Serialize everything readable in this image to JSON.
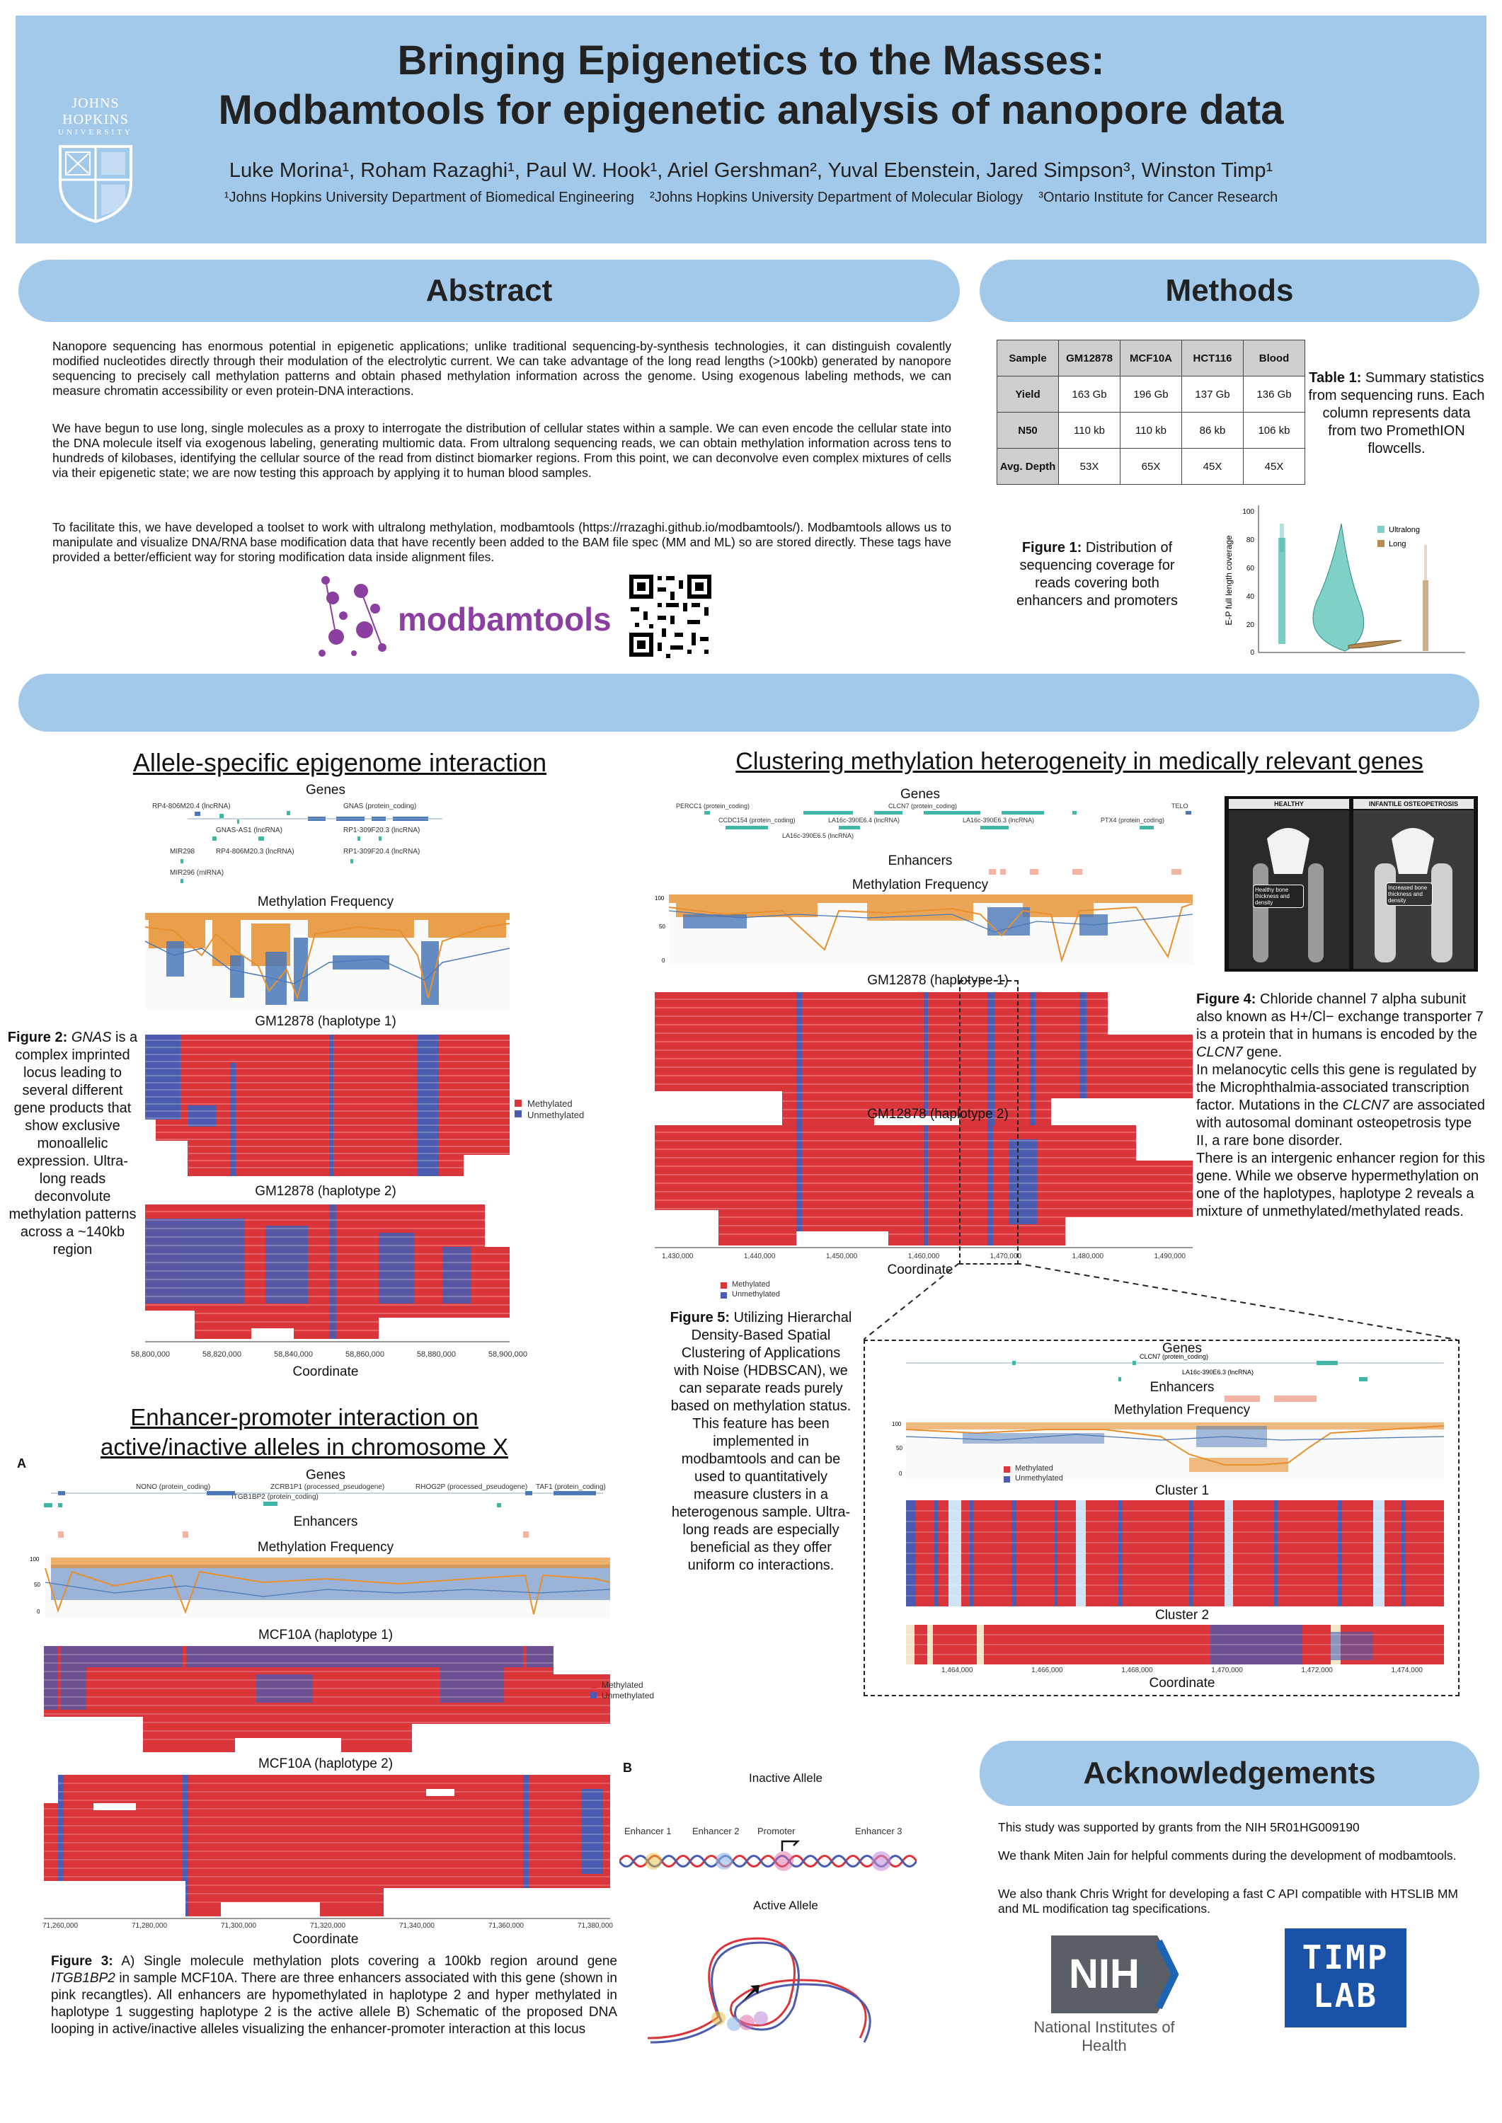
{
  "header": {
    "title_line1": "Bringing Epigenetics to the Masses:",
    "title_line2": "Modbamtools for epigenetic analysis of nanopore data",
    "authors": "Luke Morina¹, Roham Razaghi¹, Paul W. Hook¹, Ariel Gershman², Yuval Ebenstein, Jared Simpson³, Winston Timp¹",
    "affiliations": "¹Johns Hopkins University Department of Biomedical Engineering    ²Johns Hopkins University Department of Molecular Biology    ³Ontario Institute for Cancer Research",
    "logo_name": "JOHNS HOPKINS",
    "logo_sub": "UNIVERSITY"
  },
  "abstract": {
    "heading": "Abstract",
    "p1": "Nanopore sequencing has enormous potential in epigenetic applications; unlike traditional sequencing-by-synthesis technologies, it can distinguish covalently modified nucleotides directly through their modulation of the electrolytic current. We can take advantage of the long read lengths (>100kb) generated by nanopore sequencing to precisely call methylation patterns and obtain phased methylation information across the genome. Using exogenous labeling methods, we can measure chromatin accessibility or even protein-DNA interactions.",
    "p2": "We have begun to use long, single molecules as a proxy to interrogate the distribution of cellular states within a sample.  We can even encode the cellular state into the DNA molecule itself via exogenous labeling, generating multiomic data. From ultralong sequencing reads, we can obtain methylation information across tens to hundreds of kilobases, identifying the cellular source of the read from distinct biomarker regions. From this point, we can deconvolve even complex mixtures of cells via their epigenetic state; we are now testing this approach by applying it to human blood samples.",
    "p3": "To facilitate this, we have developed a toolset to work with ultralong methylation, modbamtools (https://rrazaghi.github.io/modbamtools/). Modbamtools allows us to manipulate and visualize DNA/RNA base modification data that have recently been added to the BAM file spec (MM and ML) so are stored directly. These tags have provided a better/efficient way for storing modification data inside alignment files.",
    "logo_text": "modbamtools"
  },
  "methods": {
    "heading": "Methods",
    "table": {
      "header": [
        "Sample",
        "GM12878",
        "MCF10A",
        "HCT116",
        "Blood"
      ],
      "rows": [
        [
          "Yield",
          "163 Gb",
          "196 Gb",
          "137 Gb",
          "136 Gb"
        ],
        [
          "N50",
          "110 kb",
          "110 kb",
          "86 kb",
          "106 kb"
        ],
        [
          "Avg. Depth",
          "53X",
          "65X",
          "45X",
          "45X"
        ]
      ]
    },
    "table_caption_bold": "Table 1:",
    "table_caption": " Summary statistics from sequencing runs. Each column represents data from two PromethION flowcells.",
    "fig1_caption_bold": "Figure 1:",
    "fig1_caption": " Distribution of sequencing coverage for reads covering both enhancers and promoters",
    "fig1_ylabel": "E-P full length coverage",
    "fig1_legend": [
      "Ultralong",
      "Long"
    ],
    "fig1_yticks": [
      "0",
      "20",
      "40",
      "60",
      "80",
      "100"
    ]
  },
  "section1": {
    "heading": "Allele-specific epigenome interaction",
    "genes_label": "Genes",
    "gene_labels": [
      "RP4-806M20.4 (lncRNA)",
      "GNAS (protein_coding)",
      "GNAS-AS1 (lncRNA)",
      "RP1-309F20.3 (lncRNA)",
      "MIR298",
      "RP4-806M20.3 (lncRNA)",
      "RP1-309F20.4 (lncRNA)",
      "MIR296 (miRNA)"
    ],
    "meth_label": "Methylation Frequency",
    "hap1": "GM12878 (haplotype 1)",
    "hap2": "GM12878 (haplotype 2)",
    "legend": [
      "Methylated",
      "Unmethylated"
    ],
    "xticks": [
      "58,800,000",
      "58,820,000",
      "58,840,000",
      "58,860,000",
      "58,880,000",
      "58,900,000"
    ],
    "xlabel": "Coordinate",
    "fig2_bold": "Figure 2:",
    "fig2_gene": "GNAS",
    "fig2_text": " is a complex imprinted locus leading to several different gene products that show exclusive monoallelic expression. Ultra-long reads deconvolute methylation patterns across a ~140kb region"
  },
  "section2": {
    "heading": "Clustering methylation heterogeneity in medically relevant genes",
    "genes_label": "Genes",
    "gene_labels": [
      "PERCC1 (protein_coding)",
      "CLCN7 (protein_coding)",
      "TELO",
      "CCDC154 (protein_coding)",
      "LA16c-390E6.4 (lncRNA)",
      "LA16c-390E6.3 (lncRNA)",
      "PTX4 (protein_coding)",
      "LA16c-390E6.5 (lncRNA)"
    ],
    "enh_label": "Enhancers",
    "meth_label": "Methylation Frequency",
    "hap1": "GM12878 (haplotype 1)",
    "hap2": "GM12878 (haplotype 2)",
    "xticks": [
      "1,430,000",
      "1,440,000",
      "1,450,000",
      "1,460,000",
      "1,470,000",
      "1,480,000",
      "1,490,000"
    ],
    "xlabel": "Coordinate",
    "legend": [
      "Methylated",
      "Unmethylated"
    ],
    "xray_left": "HEALTHY",
    "xray_right": "INFANTILE OSTEOPETROSIS",
    "xray_note_left": "Healthy bone thickness and density",
    "xray_note_right": "Increased bone thickness and density",
    "fig4_bold": "Figure 4:",
    "fig4_text1": " Chloride channel 7 alpha subunit also known as H+/Cl− exchange transporter 7 is a protein that in humans is encoded by the ",
    "fig4_gene": "CLCN7",
    "fig4_text2": " gene.",
    "fig4_p2a": "In melanocytic cells this gene is regulated by the Microphthalmia-associated transcription factor. Mutations in the ",
    "fig4_p2gene": "CLCN7",
    "fig4_p2b": " are associated with autosomal dominant osteopetrosis type II, a rare bone disorder.",
    "fig4_p3": "There is an intergenic enhancer region for this gene. While we observe hypermethylation on one of the haplotypes, haplotype 2 reveals a mixture of unmethylated/methylated reads.",
    "fig5_bold": "Figure 5:",
    "fig5_text": " Utilizing Hierarchal Density-Based Spatial Clustering of Applications with Noise (HDBSCAN), we can separate reads purely based on methylation status. This feature has been implemented in modbamtools and can be used to quantitatively measure clusters in a heterogenous sample. Ultra-long reads are especially beneficial as they offer uniform co interactions.",
    "zoom_genes_label": "Genes",
    "zoom_gene_labels": [
      "CLCN7 (protein_coding)",
      "LA16c-390E6.3 (lncRNA)"
    ],
    "zoom_enh_label": "Enhancers",
    "zoom_meth_label": "Methylation Frequency",
    "cluster1": "Cluster 1",
    "cluster2": "Cluster 2",
    "zoom_xticks": [
      "1,464,000",
      "1,466,000",
      "1,468,000",
      "1,470,000",
      "1,472,000",
      "1,474,000"
    ],
    "zoom_xlabel": "Coordinate"
  },
  "section3": {
    "heading_line1": "Enhancer-promoter interaction on",
    "heading_line2": "active/inactive alleles in chromosome X",
    "panel_a": "A",
    "panel_b": "B",
    "genes_label": "Genes",
    "gene_labels": [
      "NONO (protein_coding)",
      "ZCRB1P1 (processed_pseudogene)",
      "ITGB1BP2 (protein_coding)",
      "RHOG2P (processed_pseudogene)",
      "TAF1 (protein_coding)"
    ],
    "enh_label": "Enhancers",
    "meth_label": "Methylation Frequency",
    "hap1": "MCF10A (haplotype 1)",
    "hap2": "MCF10A (haplotype 2)",
    "legend": [
      "Methylated",
      "Unmethylated"
    ],
    "xticks": [
      "71,260,000",
      "71,280,000",
      "71,300,000",
      "71,320,000",
      "71,340,000",
      "71,360,000",
      "71,380,000"
    ],
    "xlabel": "Coordinate",
    "schem_inactive": "Inactive Allele",
    "schem_active": "Active Allele",
    "schem_labels": [
      "Enhancer 1",
      "Enhancer 2",
      "Promoter",
      "Enhancer 3"
    ],
    "fig3_bold": "Figure 3:",
    "fig3_text1": " A) Single molecule methylation plots covering a 100kb region around gene ",
    "fig3_gene": "ITGB1BP2",
    "fig3_text2": " in sample MCF10A. There are three enhancers associated with this gene (shown in pink recangtles). All enhancers are hypomethylated in haplotype 2 and hyper methylated in haplotype 1 suggesting haplotype 2 is the active allele B) Schematic of the proposed DNA looping in active/inactive alleles visualizing the enhancer-promoter interaction at this locus"
  },
  "ack": {
    "heading": "Acknowledgements",
    "p1": "This study was supported by grants from the NIH 5R01HG009190",
    "p2": "We thank Miten Jain for helpful comments during the development of modbamtools.",
    "p3": "We also thank Chris Wright for developing a fast C API compatible with HTSLIB MM and ML modification tag specifications.",
    "nih_text": "NIH",
    "nih_caption": "National Institutes of Health",
    "timp_line1": "TIMP",
    "timp_line2": "LAB"
  },
  "colors": {
    "header_bg": "#a3c9ea",
    "methylated": "#d9353a",
    "unmethylated": "#4a5bb0",
    "freq_orange": "#e8902e",
    "freq_blue": "#4a78b8",
    "gene_teal": "#3fb7a8",
    "enhancer_pink": "#f3b3a4",
    "purple": "#8b3fa0"
  }
}
